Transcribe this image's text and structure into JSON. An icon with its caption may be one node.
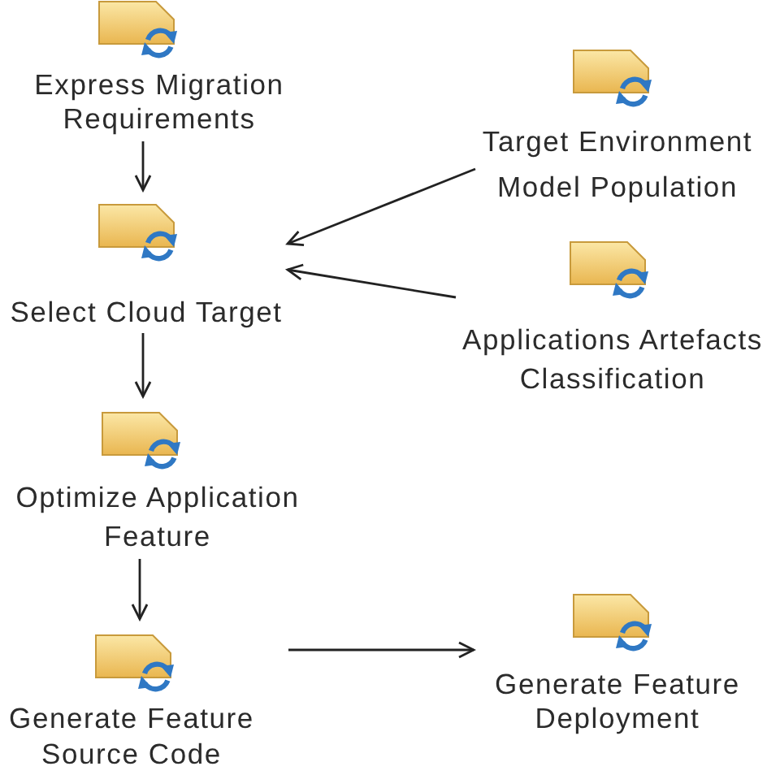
{
  "diagram": {
    "nodes": [
      {
        "text": [
          "Express Migration Requirements"
        ]
      },
      {
        "text": [
          "Select Cloud Target"
        ]
      },
      {
        "text": [
          "Target Environment Model Population"
        ]
      },
      {
        "text": [
          "Applications Artefacts Classification"
        ]
      },
      {
        "text": [
          "Optimize Application Feature"
        ]
      },
      {
        "text": [
          "Generate Feature Source Code"
        ]
      },
      {
        "text": [
          "Generate Feature Deployment"
        ]
      }
    ],
    "edges": [
      {
        "from": 0,
        "to": 1,
        "arrow": "to"
      },
      {
        "from": 2,
        "to": 1,
        "arrow": "to"
      },
      {
        "from": 3,
        "to": 1,
        "arrow": "to"
      },
      {
        "from": 1,
        "to": 4,
        "arrow": "to"
      },
      {
        "from": 4,
        "to": 5,
        "arrow": "to"
      },
      {
        "from": 5,
        "to": 6,
        "arrow": "to"
      }
    ]
  }
}
